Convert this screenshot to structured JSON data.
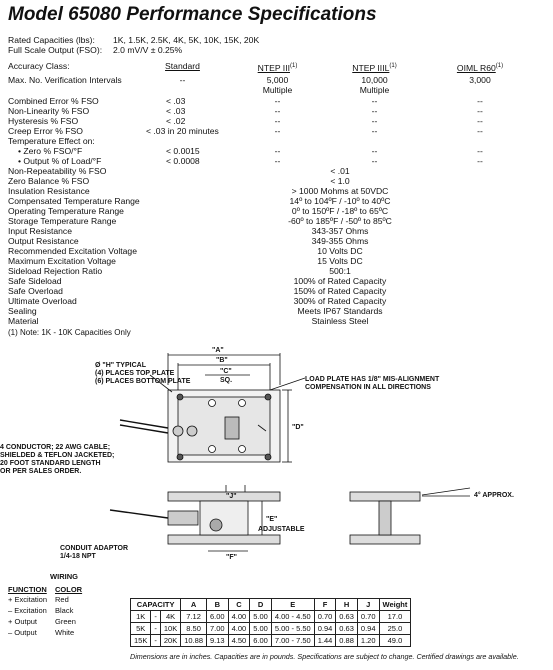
{
  "title": "Model 65080 Performance Specifications",
  "capacities_label": "Rated Capacities   (lbs):",
  "capacities_value": "1K, 1.5K, 2.5K, 4K, 5K, 10K, 15K, 20K",
  "fso_label": "Full Scale Output  (FSO):",
  "fso_value": "2.0 mV/V ± 0.25%",
  "header": {
    "label": "Accuracy Class:",
    "standard": "Standard",
    "ntep3": "NTEP III",
    "ntep3_sup": "(1)",
    "ntep3l": "NTEP IIIL",
    "ntep3l_sup": "(1)",
    "oiml": "OIML R60",
    "oiml_sup": "(1)"
  },
  "verif": {
    "label": "Max. No. Verification Intervals",
    "standard": "--",
    "ntep3": "5,000",
    "ntep3_sub": "Multiple",
    "ntep3l": "10,000",
    "ntep3l_sub": "Multiple",
    "oiml": "3,000"
  },
  "rows4": [
    {
      "label": "Combined Error % FSO",
      "standard": "< .03",
      "ntep3": "--",
      "ntep3l": "--",
      "oiml": "--"
    },
    {
      "label": "Non-Linearity % FSO",
      "standard": "< .03",
      "ntep3": "--",
      "ntep3l": "--",
      "oiml": "--"
    },
    {
      "label": "Hysteresis % FSO",
      "standard": "< .02",
      "ntep3": "--",
      "ntep3l": "--",
      "oiml": "--"
    },
    {
      "label": "Creep Error % FSO",
      "standard": "< .03 in 20 minutes",
      "ntep3": "--",
      "ntep3l": "--",
      "oiml": "--"
    }
  ],
  "temp_effect": "Temperature Effect on:",
  "rows4b": [
    {
      "label": "• Zero % FSO/°F",
      "standard": "< 0.0015",
      "ntep3": "--",
      "ntep3l": "--",
      "oiml": "--"
    },
    {
      "label": "• Output % of Load/°F",
      "standard": "< 0.0008",
      "ntep3": "--",
      "ntep3l": "--",
      "oiml": "--"
    }
  ],
  "single_rows": [
    {
      "label": "Non-Repeatability % FSO",
      "value": "< .01"
    },
    {
      "label": "Zero Balance % FSO",
      "value": "< 1.0"
    },
    {
      "label": "Insulation Resistance",
      "value": "> 1000 Mohms at 50VDC"
    },
    {
      "label": "Compensated Temperature Range",
      "value": "14º to 104ºF / -10º to 40ºC"
    },
    {
      "label": "Operating Temperature Range",
      "value": "0º to 150ºF / -18º to 65ºC"
    },
    {
      "label": "Storage Temperature Range",
      "value": "-60º to 185ºF / -50º to 85ºC"
    },
    {
      "label": "Input Resistance",
      "value": "343-357 Ohms"
    },
    {
      "label": "Output Resistance",
      "value": "349-355 Ohms"
    },
    {
      "label": "Recommended Excitation Voltage",
      "value": "10 Volts DC"
    },
    {
      "label": "Maximum Excitation Voltage",
      "value": "15 Volts DC"
    },
    {
      "label": "Sideload Rejection Ratio",
      "value": "500:1"
    },
    {
      "label": "Safe Sideload",
      "value": "100% of Rated Capacity"
    },
    {
      "label": "Safe Overload",
      "value": "150% of Rated Capacity"
    },
    {
      "label": "Ultimate Overload",
      "value": "300% of Rated Capacity"
    },
    {
      "label": "Sealing",
      "value": "Meets IP67 Standards"
    },
    {
      "label": "Material",
      "value": "Stainless Steel"
    }
  ],
  "note": "(1) Note:  1K - 10K Capacities Only",
  "drawing": {
    "dim_a": "\"A\"",
    "dim_b": "\"B\"",
    "dim_c": "\"C\"",
    "dim_c_sq": "SQ.",
    "dim_d": "\"D\"",
    "dim_e": "\"E\"",
    "dim_e_sub": "ADJUSTABLE",
    "dim_f": "\"F\"",
    "dim_j": "\"J\"",
    "hole_1": "Ø \"H\" TYPICAL",
    "hole_2": "(4) PLACES TOP PLATE",
    "hole_3": "(6) PLACES BOTTOM PLATE",
    "load_plate_1": "LOAD PLATE HAS 1/8\" MIS-ALIGNMENT",
    "load_plate_2": "COMPENSATION IN ALL DIRECTIONS",
    "cable_1": "4 CONDUCTOR; 22 AWG CABLE;",
    "cable_2": "SHIELDED & TEFLON JACKETED;",
    "cable_3": "20 FOOT STANDARD LENGTH",
    "cable_4": "OR PER SALES ORDER.",
    "conduit_1": "CONDUIT ADAPTOR",
    "conduit_2": "1/4-18 NPT",
    "approx": "4° APPROX."
  },
  "wiring": {
    "title": "WIRING",
    "h_function": "FUNCTION",
    "h_color": "COLOR",
    "rows": [
      {
        "sign": "+",
        "function": "Excitation",
        "color": "Red"
      },
      {
        "sign": "–",
        "function": "Excitation",
        "color": "Black"
      },
      {
        "sign": "+",
        "function": "Output",
        "color": "Green"
      },
      {
        "sign": "–",
        "function": "Output",
        "color": "White"
      }
    ]
  },
  "dims_table": {
    "headers": [
      "CAPACITY",
      "A",
      "B",
      "C",
      "D",
      "E",
      "F",
      "H",
      "J",
      "Weight"
    ],
    "rows": [
      [
        "1K",
        "-",
        "4K",
        "7.12",
        "6.00",
        "4.00",
        "5.00",
        "4.00 - 4.50",
        "0.70",
        "0.63",
        "0.70",
        "17.0"
      ],
      [
        "5K",
        "-",
        "10K",
        "8.50",
        "7.00",
        "4.00",
        "5.00",
        "5.00 - 5.50",
        "0.94",
        "0.63",
        "0.94",
        "25.0"
      ],
      [
        "15K",
        "-",
        "20K",
        "10.88",
        "9.13",
        "4.50",
        "6.00",
        "7.00 - 7.50",
        "1.44",
        "0.88",
        "1.20",
        "49.0"
      ]
    ]
  },
  "footnote": "Dimensions are in inches.  Capacities are in pounds.  Specifications are subject to change.  Certified drawings are available."
}
